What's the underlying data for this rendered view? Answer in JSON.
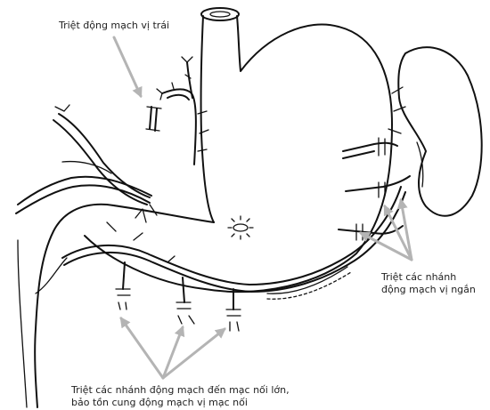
{
  "labels": {
    "left_gastric": "Triệt động mạch vị trái",
    "short_gastric_line1": "Triệt các nhánh",
    "short_gastric_line2": "động mạch vị ngắn",
    "omental_line1": "Triệt các nhánh động mạch đến mạc nối lớn,",
    "omental_line2": "bảo tồn cung động mạch vị mạc nối"
  },
  "colors": {
    "ink": "#111111",
    "arrow": "#b4b4b4",
    "background": "#ffffff"
  }
}
